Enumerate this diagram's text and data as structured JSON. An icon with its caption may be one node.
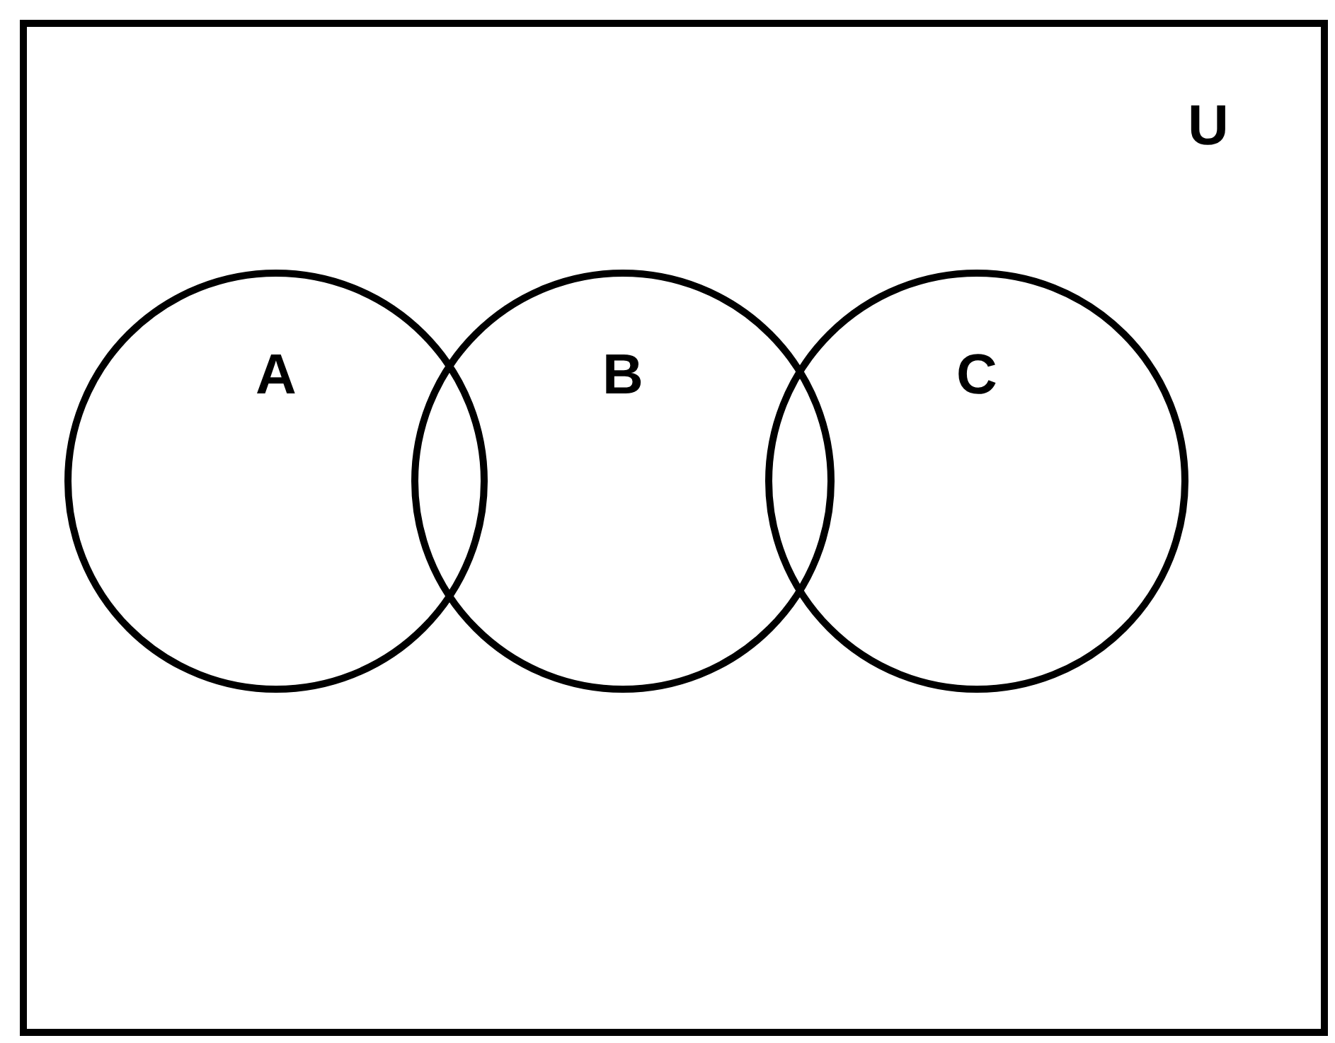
{
  "diagram": {
    "nodes": [
      {
        "text": [
          "U"
        ]
      },
      {
        "text": [
          "A"
        ],
        "in": 0
      },
      {
        "text": [
          "B"
        ],
        "in": 0
      },
      {
        "text": [
          "C"
        ],
        "in": 0
      }
    ]
  }
}
